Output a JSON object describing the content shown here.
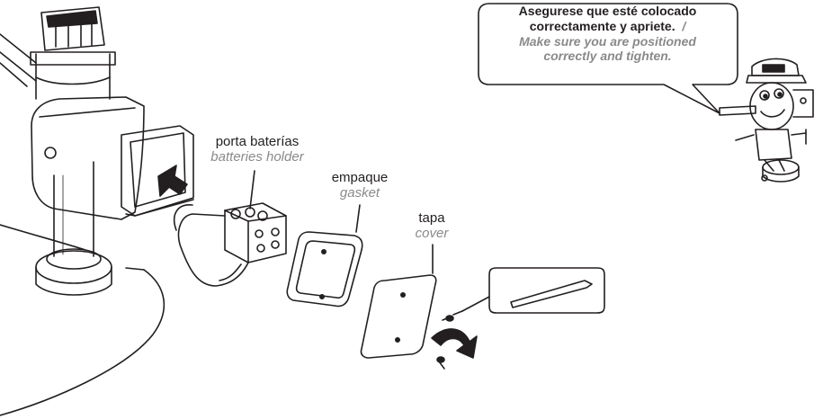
{
  "bubble": {
    "line1_es": "Asegurese que esté colocado",
    "line2_es": "correctamente y apriete.",
    "separator": "/",
    "line1_en": "Make sure you are positioned",
    "line2_en": "correctly and tighten."
  },
  "labels": {
    "batteries_holder": {
      "es": "porta baterías",
      "en": "batteries holder"
    },
    "gasket": {
      "es": "empaque",
      "en": "gasket"
    },
    "cover": {
      "es": "tapa",
      "en": "cover"
    }
  },
  "colors": {
    "line": "#231f20",
    "english_text": "#8a8a8a"
  },
  "icons": [
    "faucet-illustration",
    "battery-holder-icon",
    "gasket-icon",
    "cover-plate-icon",
    "screw-icon",
    "allen-key-icon",
    "rotate-arrow-icon",
    "insert-arrow-icon",
    "mascot-plumber-icon"
  ]
}
